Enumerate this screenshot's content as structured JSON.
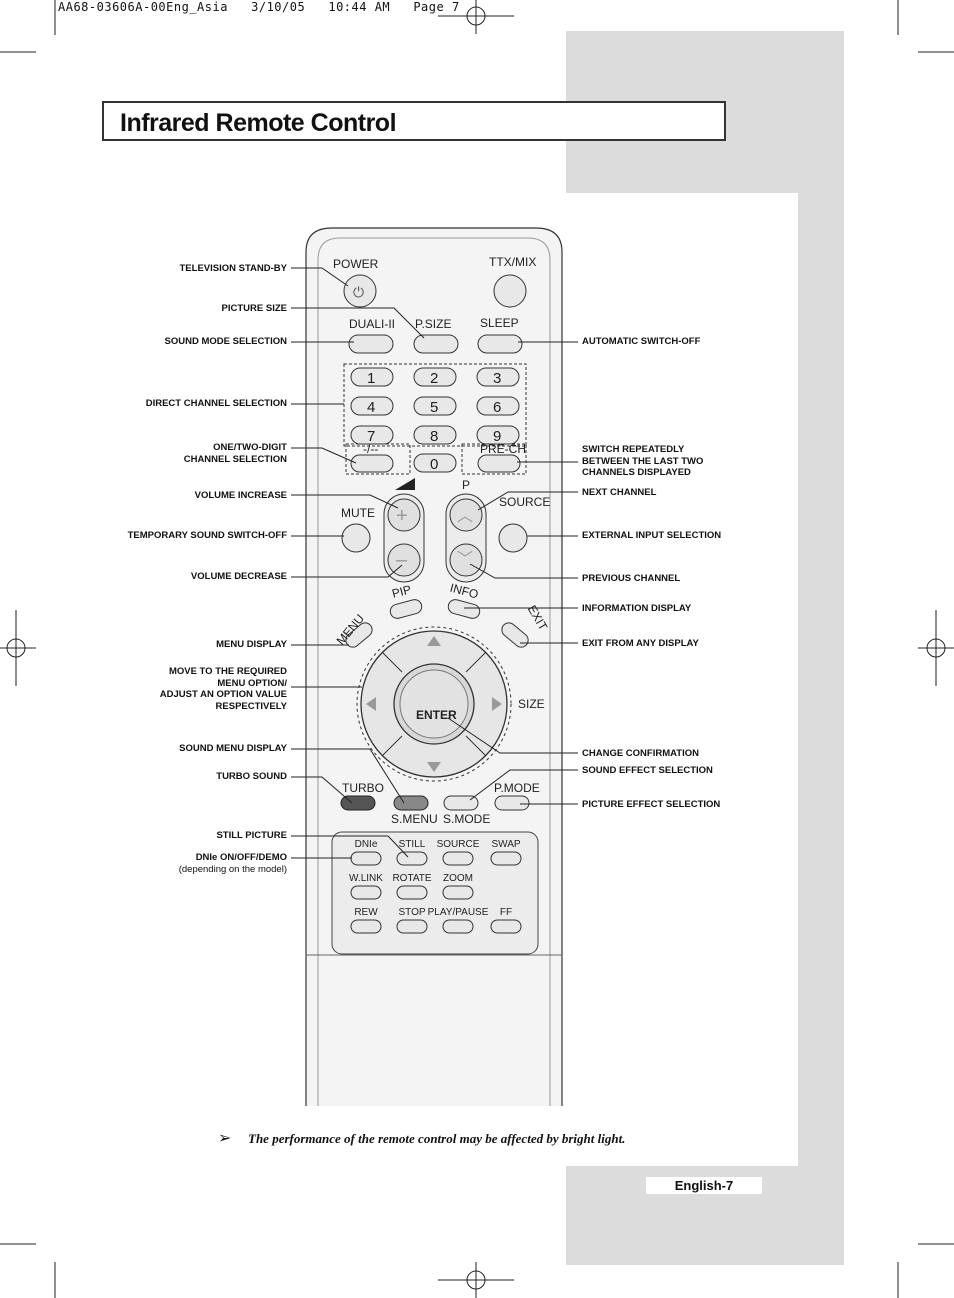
{
  "print_header": "AA68-03606A-00Eng_Asia   3/10/05   10:44 AM   Page 7",
  "page_title": "Infrared Remote Control",
  "labels_left": [
    {
      "id": "television-standby",
      "lines": [
        "TELEVISION STAND-BY"
      ]
    },
    {
      "id": "picture-size",
      "lines": [
        "PICTURE SIZE"
      ]
    },
    {
      "id": "sound-mode-selection",
      "lines": [
        "SOUND MODE SELECTION"
      ]
    },
    {
      "id": "direct-channel-selection",
      "lines": [
        "DIRECT CHANNEL SELECTION"
      ]
    },
    {
      "id": "one-two-digit",
      "lines": [
        "ONE/TWO-DIGIT",
        "CHANNEL SELECTION"
      ]
    },
    {
      "id": "volume-increase",
      "lines": [
        "VOLUME INCREASE"
      ]
    },
    {
      "id": "temporary-sound-off",
      "lines": [
        "TEMPORARY SOUND SWITCH-OFF"
      ]
    },
    {
      "id": "volume-decrease",
      "lines": [
        "VOLUME DECREASE"
      ]
    },
    {
      "id": "menu-display",
      "lines": [
        "MENU DISPLAY"
      ]
    },
    {
      "id": "move-to-menu-option",
      "lines": [
        "MOVE TO THE REQUIRED",
        "MENU OPTION/",
        "ADJUST AN OPTION VALUE",
        "RESPECTIVELY"
      ]
    },
    {
      "id": "sound-menu-display",
      "lines": [
        "SOUND MENU DISPLAY"
      ]
    },
    {
      "id": "turbo-sound",
      "lines": [
        "TURBO SOUND"
      ]
    },
    {
      "id": "still-picture",
      "lines": [
        "STILL PICTURE"
      ]
    },
    {
      "id": "dnie-on-off-demo",
      "lines": [
        "DNIe ON/OFF/DEMO"
      ],
      "sub": "(depending on the model)"
    }
  ],
  "labels_right": [
    {
      "id": "automatic-switch-off",
      "lines": [
        "AUTOMATIC SWITCH-OFF"
      ]
    },
    {
      "id": "switch-repeatedly",
      "lines": [
        "SWITCH REPEATEDLY",
        "BETWEEN THE LAST TWO",
        "CHANNELS DISPLAYED"
      ]
    },
    {
      "id": "next-channel",
      "lines": [
        "NEXT CHANNEL"
      ]
    },
    {
      "id": "external-input-selection",
      "lines": [
        "EXTERNAL INPUT SELECTION"
      ]
    },
    {
      "id": "previous-channel",
      "lines": [
        "PREVIOUS CHANNEL"
      ]
    },
    {
      "id": "information-display",
      "lines": [
        "INFORMATION DISPLAY"
      ]
    },
    {
      "id": "exit-from-any-display",
      "lines": [
        "EXIT FROM ANY DISPLAY"
      ]
    },
    {
      "id": "change-confirmation",
      "lines": [
        "CHANGE CONFIRMATION"
      ]
    },
    {
      "id": "sound-effect-selection",
      "lines": [
        "SOUND EFFECT SELECTION"
      ]
    },
    {
      "id": "picture-effect-selection",
      "lines": [
        "PICTURE EFFECT SELECTION"
      ]
    }
  ],
  "remote": {
    "power": "POWER",
    "ttx": "TTX/MIX",
    "dual": "DUALI-II",
    "psize": "P.SIZE",
    "sleep": "SLEEP",
    "digits": [
      "1",
      "2",
      "3",
      "4",
      "5",
      "6",
      "7",
      "8",
      "9",
      "0"
    ],
    "dash": "-/--",
    "prech": "PRE-CH",
    "p": "P",
    "mute": "MUTE",
    "source": "SOURCE",
    "pip": "PIP",
    "info": "INFO",
    "menu": "MENU",
    "exit": "EXIT",
    "enter": "ENTER",
    "size": "SIZE",
    "turbo": "TURBO",
    "smenu": "S.MENU",
    "smode": "S.MODE",
    "pmode": "P.MODE",
    "bottom_row1": [
      "DNIe",
      "STILL",
      "SOURCE",
      "SWAP"
    ],
    "bottom_row2": [
      "W.LINK",
      "ROTATE",
      "ZOOM"
    ],
    "bottom_row3": [
      "REW",
      "STOP",
      "PLAY/PAUSE",
      "FF"
    ]
  },
  "note": "The performance of the remote control may be affected by bright light.",
  "page_number": "English-7"
}
